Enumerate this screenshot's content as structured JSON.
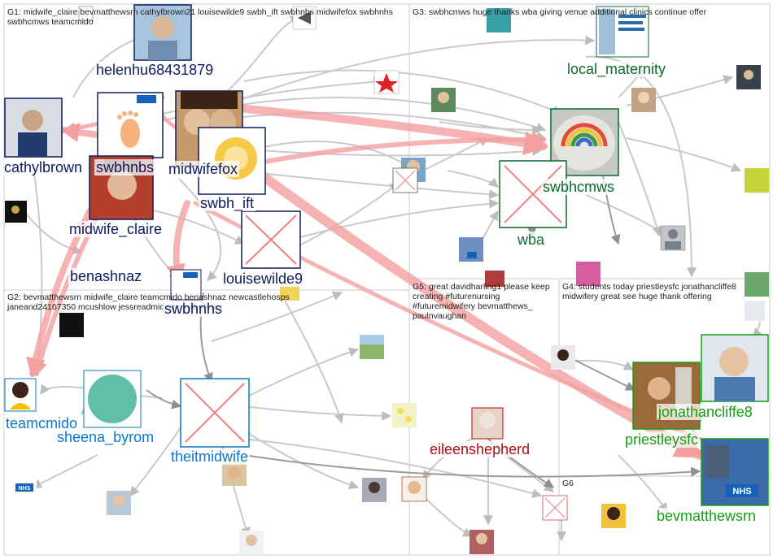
{
  "groups": [
    {
      "id": "G1",
      "title": "G1: midwife_claire bevmatthewsrn cathylbrown21 louisewilde9 swbh_ift swbhnbs midwifefox swbhnhs swbhcmws teamcmido"
    },
    {
      "id": "G2",
      "title": "G2: bevmatthewsrn midwife_claire teamcmido benashnaz newcastlehosps janeand24167350 mcushlow jessreadmidwife midwifefox"
    },
    {
      "id": "G3",
      "title": "G3: swbhcmws huge thanks wba giving venue additional clinics continue offer"
    },
    {
      "id": "G4",
      "title": "G4: students today priestleysfc jonathancliffe8 midwifery great see huge thank offering"
    },
    {
      "id": "G5",
      "title": "G5: great davidharling1 please keep creating #futurenursing #futuremidwifery bevmatthews_ paulnvaughan"
    },
    {
      "id": "G6",
      "title": "G6"
    }
  ],
  "nodes": [
    {
      "id": "helenhu",
      "label": "helenhu68431879",
      "color": "#0d1b5e"
    },
    {
      "id": "cathylbrown",
      "label": "cathylbrown",
      "color": "#0d1b5e"
    },
    {
      "id": "swbhnbs",
      "label": "swbhnbs",
      "color": "#0d1b5e"
    },
    {
      "id": "midwifefox",
      "label": "midwifefox",
      "color": "#0d1b5e"
    },
    {
      "id": "swbh_ift",
      "label": "swbh_ift",
      "color": "#0d1b5e"
    },
    {
      "id": "midwife_claire",
      "label": "midwife_claire",
      "color": "#0d1b5e"
    },
    {
      "id": "benashnaz",
      "label": "benashnaz",
      "color": "#0d1b5e"
    },
    {
      "id": "louisewilde9",
      "label": "louisewilde9",
      "color": "#0d1b5e"
    },
    {
      "id": "swbhnhs",
      "label": "swbhnhs",
      "color": "#0d1b5e"
    },
    {
      "id": "local_maternity",
      "label": "local_maternity",
      "color": "#0a6b2c"
    },
    {
      "id": "swbhcmws",
      "label": "swbhcmws",
      "color": "#0a6b2c"
    },
    {
      "id": "wba",
      "label": "wba",
      "color": "#0a6b2c"
    },
    {
      "id": "teamcmido",
      "label": "teamcmido",
      "color": "#0a78c8"
    },
    {
      "id": "sheena_byrom",
      "label": "sheena_byrom",
      "color": "#0a78c8"
    },
    {
      "id": "theitmidwife",
      "label": "theitmidwife",
      "color": "#0a78c8"
    },
    {
      "id": "eileenshepherd",
      "label": "eileenshepherd",
      "color": "#b00d0d"
    },
    {
      "id": "jonathancliffe8",
      "label": "jonathancliffe8",
      "color": "#13a013"
    },
    {
      "id": "priestleysfc",
      "label": "priestleysfc",
      "color": "#13a013"
    },
    {
      "id": "bevmatthewsrn",
      "label": "bevmatthewsrn",
      "color": "#13a013"
    }
  ]
}
